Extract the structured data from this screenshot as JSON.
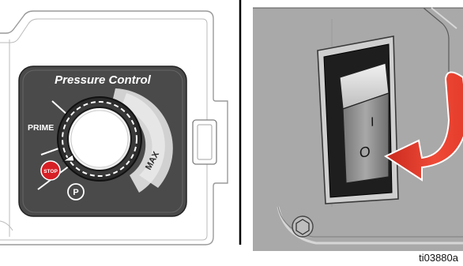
{
  "panel": {
    "title": "Pressure Control",
    "prime_label": "PRIME",
    "stop_label": "STOP",
    "p_label": "P",
    "max_label": "MAX"
  },
  "switch": {
    "on_symbol": "I",
    "off_symbol": "O"
  },
  "figure": {
    "id": "ti03880a"
  },
  "colors": {
    "panel_dark": "#4a4a4a",
    "stop_red": "#d71f26",
    "arrow_red": "#e43a2a",
    "gray_housing": "#a9a9a9",
    "rocker_dark": "#2a2a2a"
  },
  "icons": {
    "stop": "stop-icon",
    "pressure_marker": "p-circle-icon",
    "arrow": "curved-arrow-icon",
    "screw": "hex-screw-icon"
  }
}
